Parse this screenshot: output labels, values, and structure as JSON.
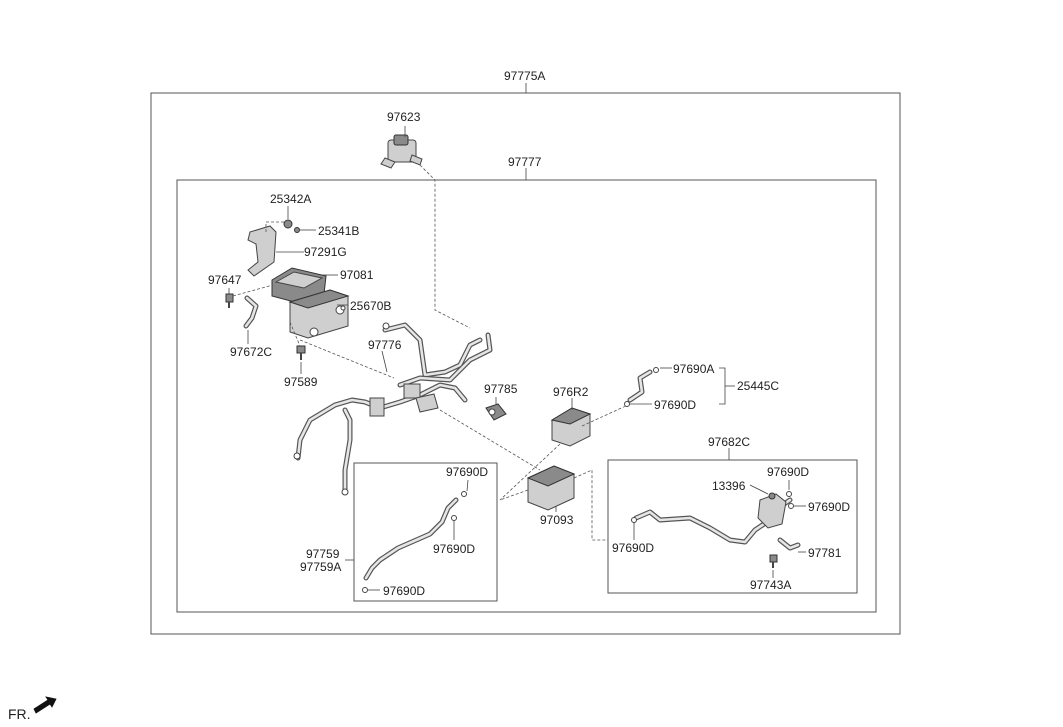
{
  "labels": {
    "a97775A": "97775A",
    "a97623": "97623",
    "a97777": "97777",
    "a25342A": "25342A",
    "a25341B": "25341B",
    "a97291G": "97291G",
    "a97647": "97647",
    "a97081": "97081",
    "a25670B": "25670B",
    "a97672C": "97672C",
    "a97776": "97776",
    "a97589": "97589",
    "a97785": "97785",
    "a976R2": "976R2",
    "a97690A": "97690A",
    "a25445C": "25445C",
    "a97690D_top": "97690D",
    "a97682C": "97682C",
    "a97690D_left1": "97690D",
    "a97690D_left2": "97690D",
    "a97759": "97759",
    "a97759A": "97759A",
    "a97690D_left3": "97690D",
    "a97093": "97093",
    "a13396": "13396",
    "a97690D_r1": "97690D",
    "a97690D_r2": "97690D",
    "a97690D_r3": "97690D",
    "a97781": "97781",
    "a97743A": "97743A",
    "fr": "FR."
  }
}
